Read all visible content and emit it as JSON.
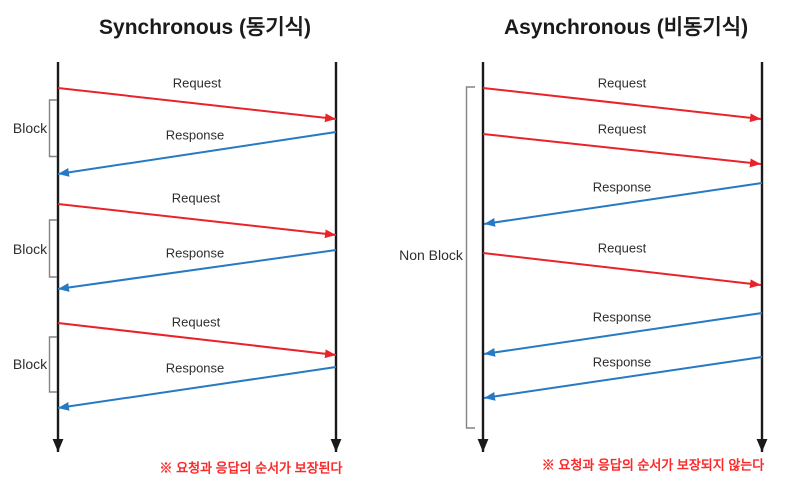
{
  "sync": {
    "title": "Synchronous (동기식)",
    "caption": "※ 요청과 응답의 순서가 보장된다",
    "block_labels": [
      "Block",
      "Block",
      "Block"
    ],
    "messages": [
      {
        "label": "Request",
        "type": "request",
        "direction": "left-to-right"
      },
      {
        "label": "Response",
        "type": "response",
        "direction": "right-to-left"
      },
      {
        "label": "Request",
        "type": "request",
        "direction": "left-to-right"
      },
      {
        "label": "Response",
        "type": "response",
        "direction": "right-to-left"
      },
      {
        "label": "Request",
        "type": "request",
        "direction": "left-to-right"
      },
      {
        "label": "Response",
        "type": "response",
        "direction": "right-to-left"
      }
    ]
  },
  "async": {
    "title": "Asynchronous (비동기식)",
    "caption": "※ 요청과 응답의 순서가 보장되지 않는다",
    "non_block_label": "Non Block",
    "messages": [
      {
        "label": "Request",
        "type": "request",
        "direction": "left-to-right"
      },
      {
        "label": "Request",
        "type": "request",
        "direction": "left-to-right"
      },
      {
        "label": "Response",
        "type": "response",
        "direction": "right-to-left"
      },
      {
        "label": "Request",
        "type": "request",
        "direction": "left-to-right"
      },
      {
        "label": "Response",
        "type": "response",
        "direction": "right-to-left"
      },
      {
        "label": "Response",
        "type": "response",
        "direction": "right-to-left"
      }
    ]
  },
  "colors": {
    "request_arrow": "#e8232a",
    "response_arrow": "#2779c4",
    "lifeline": "#1a1a1a",
    "bracket": "#848484",
    "caption": "#fb2a2a",
    "title": "#1a1a1a",
    "label": "#2e2e2e",
    "background": "#ffffff"
  }
}
